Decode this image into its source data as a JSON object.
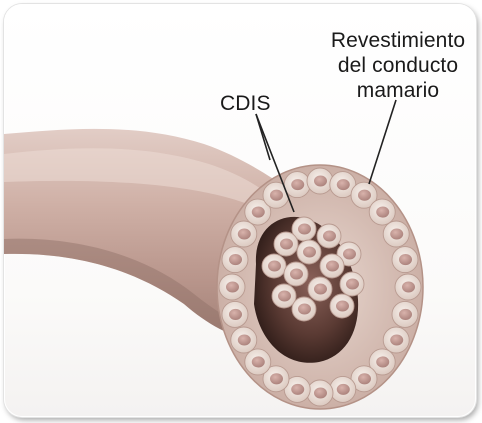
{
  "labels": {
    "cdis": "CDIS",
    "lining_line1": "Revestimiento",
    "lining_line2": "del conducto",
    "lining_line3": "mamario"
  },
  "colors": {
    "duct_tissue": "#c9aaa0",
    "duct_shadow": "#9c7c72",
    "cell_fill": "#efe6df",
    "nucleus": "#c39a93",
    "lumen": "#4a2f2a"
  }
}
